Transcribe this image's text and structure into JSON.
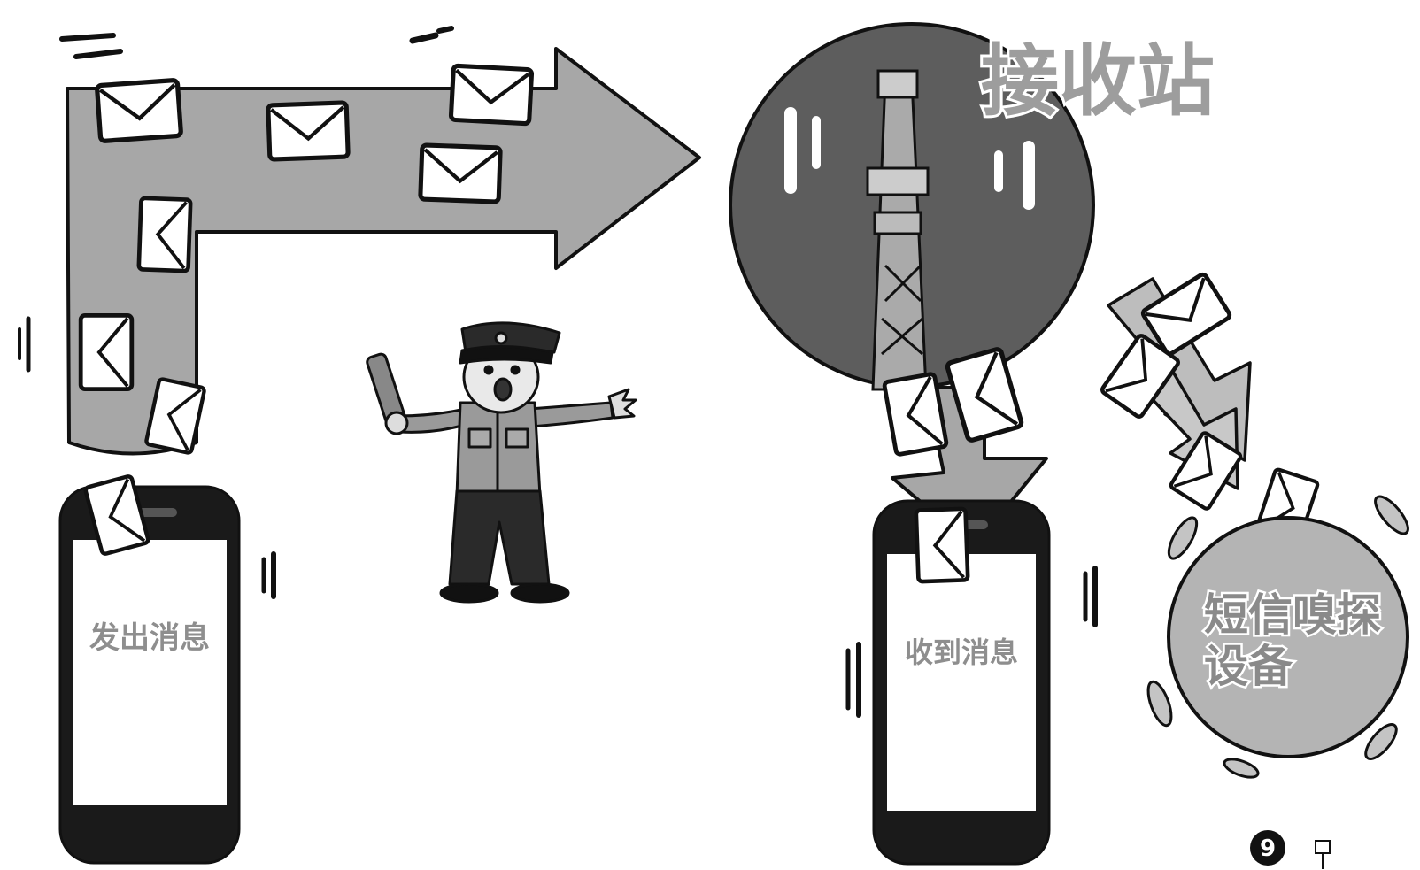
{
  "labels": {
    "station": "接收站",
    "sender_screen": "发出消息",
    "receiver_screen": "收到消息",
    "sniffer_line1": "短信嗅探",
    "sniffer_line2": "设备",
    "page_badge": "9"
  },
  "icons": [
    "envelope-icon",
    "cell-tower-icon",
    "smartphone-icon",
    "police-officer-icon",
    "signal-wave-icon",
    "page-corner-icon"
  ],
  "colors": {
    "arrow_fill": "#a7a7a7",
    "station_circle": "#5d5d5d",
    "sniffer_circle": "#b4b4b4",
    "outline": "#111111",
    "label_gray": "#8e8e8e"
  }
}
